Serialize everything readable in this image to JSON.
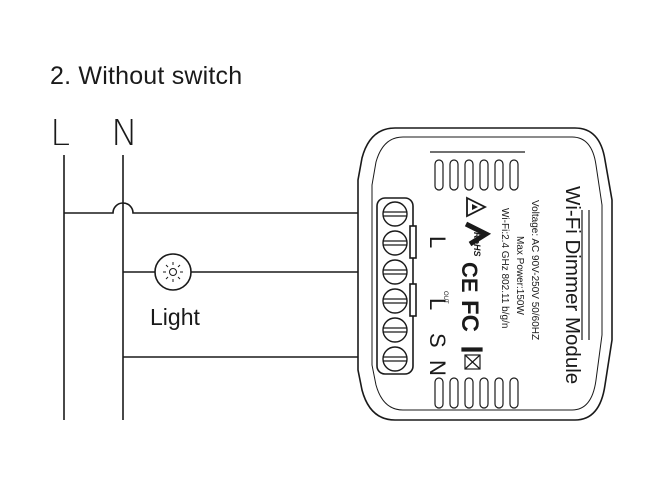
{
  "title": "2. Without switch",
  "lines": {
    "live": "L",
    "neutral": "N"
  },
  "load": {
    "label": "Light"
  },
  "module": {
    "name": "Wi-Fi Dimmer Module",
    "voltage": "Voltage: AC 90V-250V   50/60HZ",
    "max_power": "Max Power:150W",
    "wifi": "Wi-Fi:2.4 GHz   802.11 b/g/n",
    "terminals": [
      "L",
      "L",
      "S",
      "N"
    ],
    "terminal_out_mark": "OUT",
    "certifications": [
      "RoHS",
      "CE",
      "FC"
    ]
  }
}
